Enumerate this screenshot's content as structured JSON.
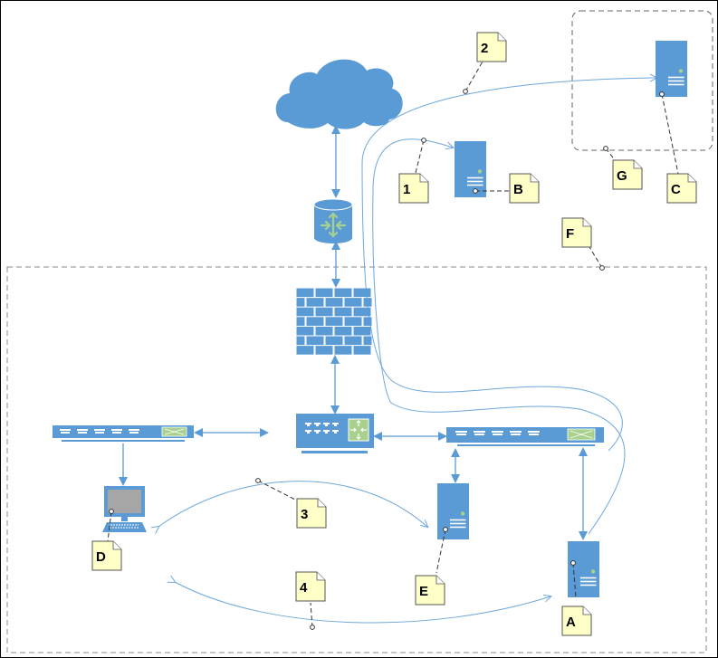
{
  "diagram": {
    "colors": {
      "device": "#5b9bd5",
      "device_light": "#ffffff",
      "accent_green": "#a9d18e",
      "screen_gray": "#a6a6a6",
      "note_fill": "#ffffc8",
      "note_stroke": "#555555",
      "connector": "#5b9bd5",
      "flow_line": "#6fa8dc",
      "boundary": "#888888",
      "frame": "#000000"
    },
    "nodes": [
      {
        "id": "internet",
        "type": "cloud",
        "name": "internet-cloud-icon"
      },
      {
        "id": "router",
        "type": "router",
        "name": "router-icon"
      },
      {
        "id": "firewall",
        "type": "firewall",
        "name": "firewall-icon"
      },
      {
        "id": "core_switch",
        "type": "multilayer-switch",
        "name": "core-switch-icon"
      },
      {
        "id": "left_switch",
        "type": "switch",
        "name": "left-switch-icon"
      },
      {
        "id": "right_switch",
        "type": "switch",
        "name": "right-switch-icon"
      },
      {
        "id": "workstation",
        "type": "workstation",
        "name": "workstation-icon"
      },
      {
        "id": "server_e",
        "type": "server",
        "name": "internal-server-e-icon"
      },
      {
        "id": "server_a",
        "type": "server",
        "name": "internal-server-a-icon"
      },
      {
        "id": "server_b",
        "type": "server",
        "name": "external-server-b-icon"
      },
      {
        "id": "server_c",
        "type": "server",
        "name": "remote-server-c-icon"
      }
    ],
    "notes": [
      {
        "id": "note_1",
        "label": "1"
      },
      {
        "id": "note_2",
        "label": "2"
      },
      {
        "id": "note_3",
        "label": "3"
      },
      {
        "id": "note_4",
        "label": "4"
      },
      {
        "id": "note_a",
        "label": "A"
      },
      {
        "id": "note_b",
        "label": "B"
      },
      {
        "id": "note_c",
        "label": "C"
      },
      {
        "id": "note_d",
        "label": "D"
      },
      {
        "id": "note_e",
        "label": "E"
      },
      {
        "id": "note_f",
        "label": "F"
      },
      {
        "id": "note_g",
        "label": "G"
      }
    ],
    "boundaries": [
      {
        "id": "internal_network",
        "label": ""
      },
      {
        "id": "remote_zone",
        "label": ""
      }
    ]
  }
}
